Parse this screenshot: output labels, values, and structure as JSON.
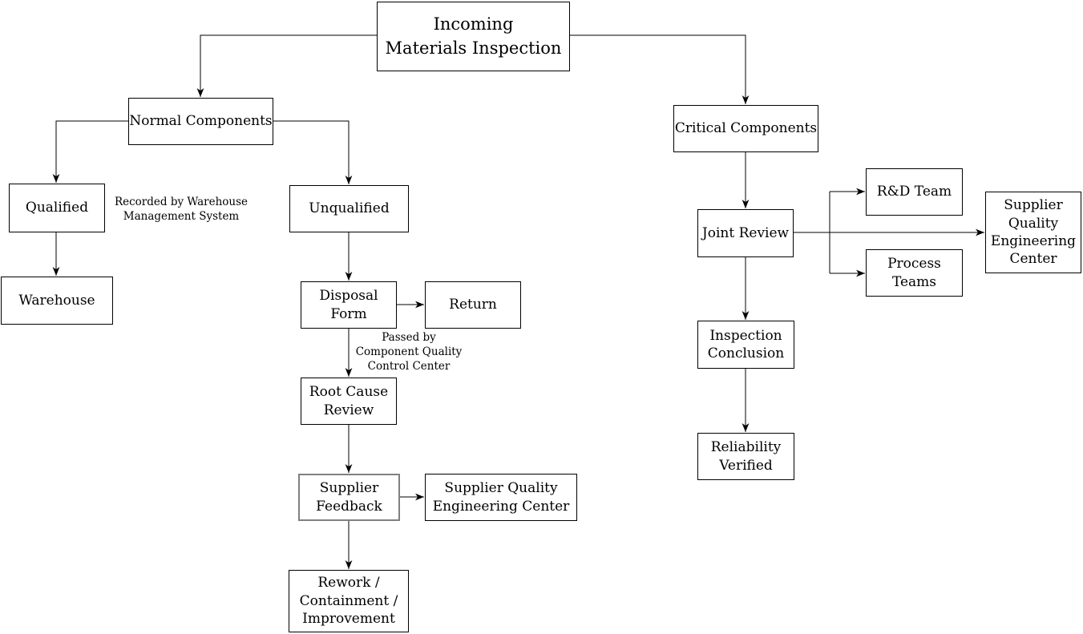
{
  "diagram": {
    "type": "flowchart",
    "colors": {
      "background": "#ffffff",
      "line": "#000000",
      "text": "#000000",
      "node_border": "#000000",
      "highlight_node_border": "#808080"
    },
    "nodes": {
      "incoming": {
        "label": "Incoming\nMaterials Inspection"
      },
      "normal": {
        "label": "Normal Components"
      },
      "critical": {
        "label": "Critical Components"
      },
      "qualified": {
        "label": "Qualified"
      },
      "unqualified": {
        "label": "Unqualified"
      },
      "warehouse": {
        "label": "Warehouse"
      },
      "disposal": {
        "label": "Disposal\nForm"
      },
      "return": {
        "label": "Return"
      },
      "root_cause": {
        "label": "Root Cause\nReview"
      },
      "supplier_feedback": {
        "label": "Supplier\nFeedback"
      },
      "sqec_left": {
        "label": "Supplier Quality\nEngineering Center"
      },
      "rework": {
        "label": "Rework /\nContainment /\nImprovement"
      },
      "joint_review": {
        "label": "Joint Review"
      },
      "rd_team": {
        "label": "R&D Team"
      },
      "process_teams": {
        "label": "Process\nTeams"
      },
      "sqec_right": {
        "label": "Supplier\nQuality\nEngineering\nCenter"
      },
      "inspection_conclusion": {
        "label": "Inspection\nConclusion"
      },
      "reliability_verified": {
        "label": "Reliability\nVerified"
      }
    },
    "annotations": {
      "warehouse_note": {
        "label": "Recorded by Warehouse\nManagement System"
      },
      "quality_note": {
        "label": "Passed by\nComponent Quality\nControl Center"
      }
    },
    "edges": [
      {
        "from": "Incoming Materials Inspection",
        "to": "Normal Components"
      },
      {
        "from": "Incoming Materials Inspection",
        "to": "Critical Components"
      },
      {
        "from": "Normal Components",
        "to": "Qualified"
      },
      {
        "from": "Normal Components",
        "to": "Unqualified"
      },
      {
        "from": "Qualified",
        "to": "Warehouse"
      },
      {
        "from": "Unqualified",
        "to": "Disposal Form"
      },
      {
        "from": "Disposal Form",
        "to": "Return"
      },
      {
        "from": "Disposal Form",
        "to": "Root Cause Review"
      },
      {
        "from": "Root Cause Review",
        "to": "Supplier Feedback"
      },
      {
        "from": "Supplier Feedback",
        "to": "Supplier Quality Engineering Center"
      },
      {
        "from": "Supplier Feedback",
        "to": "Rework / Containment / Improvement"
      },
      {
        "from": "Critical Components",
        "to": "Joint Review"
      },
      {
        "from": "Joint Review",
        "to": "R&D Team"
      },
      {
        "from": "Joint Review",
        "to": "Process Teams"
      },
      {
        "from": "Joint Review",
        "to": "Supplier Quality Engineering Center"
      },
      {
        "from": "Joint Review",
        "to": "Inspection Conclusion"
      },
      {
        "from": "Inspection Conclusion",
        "to": "Reliability Verified"
      }
    ]
  }
}
